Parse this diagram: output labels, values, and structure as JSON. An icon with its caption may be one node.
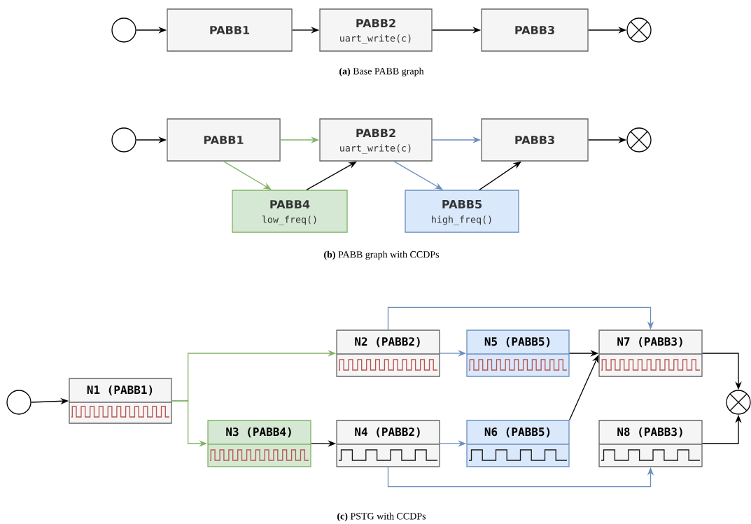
{
  "diagram": {
    "nodes": [
      {
        "text": [],
        "shape": "circle"
      },
      {
        "text": [
          "PABB1"
        ]
      },
      {
        "text": [
          "PABB2",
          "uart_write(c)"
        ]
      },
      {
        "text": [
          "PABB3"
        ]
      },
      {
        "text": [],
        "shape": "crossed-circle"
      },
      {
        "text": [],
        "shape": "circle"
      },
      {
        "text": [
          "PABB1"
        ]
      },
      {
        "text": [
          "PABB2",
          "uart_write(c)"
        ]
      },
      {
        "text": [
          "PABB3"
        ]
      },
      {
        "text": [],
        "shape": "crossed-circle"
      },
      {
        "text": [
          "PABB4",
          "low_freq()"
        ]
      },
      {
        "text": [
          "PABB5",
          "high_freq()"
        ]
      },
      {
        "text": [],
        "shape": "circle"
      },
      {
        "text": [
          "N1 (PABB1)"
        ]
      },
      {
        "text": [
          "N2 (PABB2)"
        ]
      },
      {
        "text": [
          "N3 (PABB4)"
        ]
      },
      {
        "text": [
          "N4 (PABB2)"
        ]
      },
      {
        "text": [
          "N5 (PABB5)"
        ]
      },
      {
        "text": [
          "N6 (PABB5)"
        ]
      },
      {
        "text": [
          "N7 (PABB3)"
        ]
      },
      {
        "text": [
          "N8 (PABB3)"
        ]
      },
      {
        "text": [],
        "shape": "crossed-circle"
      }
    ],
    "edges": [
      {
        "from": 0,
        "to": 1,
        "arrow": "to"
      },
      {
        "from": 1,
        "to": 2,
        "arrow": "to"
      },
      {
        "from": 2,
        "to": 3,
        "arrow": "to"
      },
      {
        "from": 3,
        "to": 4,
        "arrow": "to"
      },
      {
        "from": 5,
        "to": 6,
        "arrow": "to"
      },
      {
        "from": 6,
        "to": 7,
        "arrow": "to",
        "color": "#82b366"
      },
      {
        "from": 7,
        "to": 8,
        "arrow": "to",
        "color": "#6c8ebf"
      },
      {
        "from": 8,
        "to": 9,
        "arrow": "to"
      },
      {
        "from": 6,
        "to": 10,
        "arrow": "to",
        "color": "#82b366"
      },
      {
        "from": 10,
        "to": 7,
        "arrow": "to"
      },
      {
        "from": 7,
        "to": 11,
        "arrow": "to",
        "color": "#6c8ebf"
      },
      {
        "from": 11,
        "to": 8,
        "arrow": "to"
      },
      {
        "from": 12,
        "to": 13,
        "arrow": "to"
      },
      {
        "from": 13,
        "to": 14,
        "arrow": "to",
        "color": "#82b366"
      },
      {
        "from": 13,
        "to": 15,
        "arrow": "to",
        "color": "#82b366"
      },
      {
        "from": 15,
        "to": 16,
        "arrow": "to"
      },
      {
        "from": 14,
        "to": 17,
        "arrow": "to",
        "color": "#6c8ebf"
      },
      {
        "from": 16,
        "to": 18,
        "arrow": "to",
        "color": "#6c8ebf"
      },
      {
        "from": 14,
        "to": 19,
        "arrow": "to",
        "color": "#6c8ebf"
      },
      {
        "from": 16,
        "to": 20,
        "arrow": "to",
        "color": "#6c8ebf"
      },
      {
        "from": 17,
        "to": 19,
        "arrow": "to"
      },
      {
        "from": 18,
        "to": 19,
        "arrow": "to"
      },
      {
        "from": 19,
        "to": 21,
        "arrow": "to"
      },
      {
        "from": 20,
        "to": 21,
        "arrow": "to"
      }
    ],
    "labels": [
      "**(a)** Base PABB graph",
      "**(b)** PABB graph with CCDPs",
      "**(c)** PSTG with CCDPs"
    ]
  }
}
